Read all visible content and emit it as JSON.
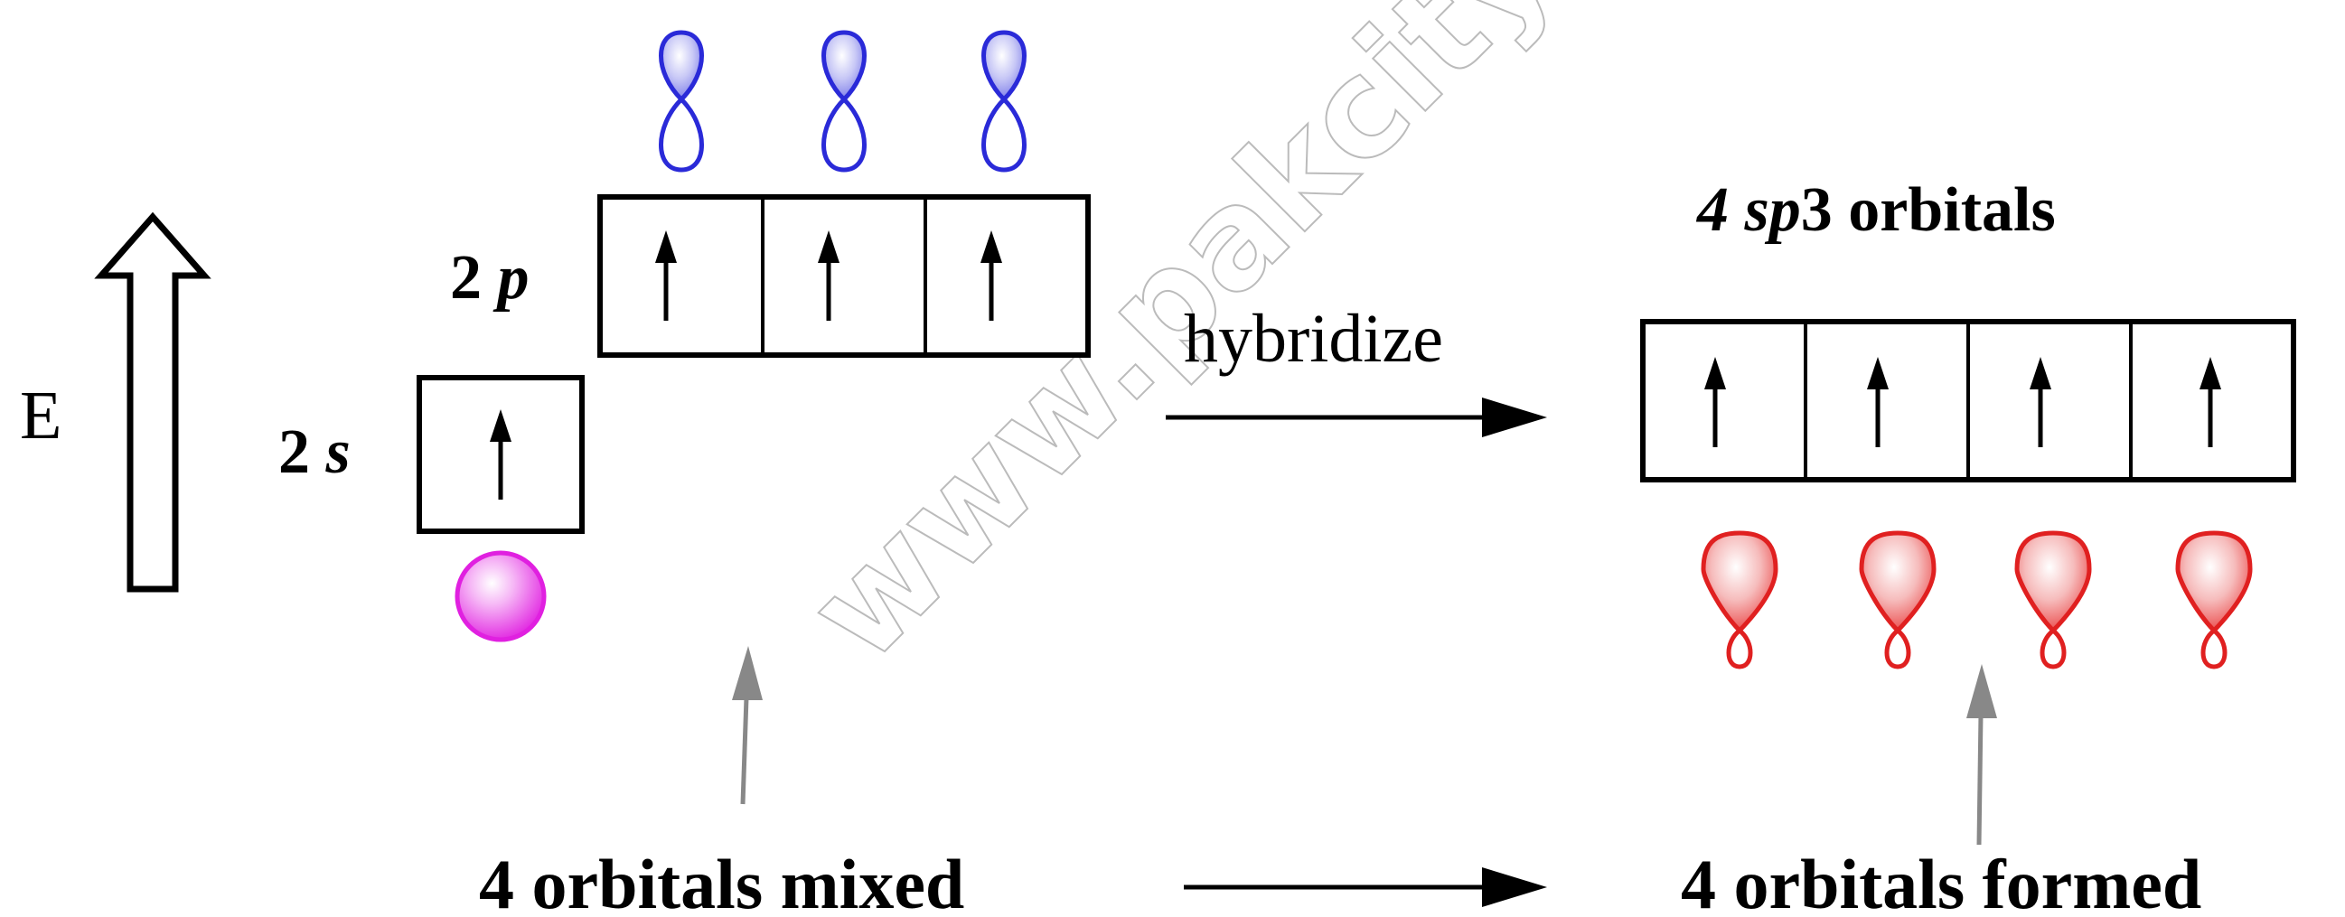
{
  "energy_axis": {
    "label": "E"
  },
  "levels": {
    "s": {
      "number": "2",
      "letter": "s",
      "electrons": 1
    },
    "p": {
      "number": "2",
      "letter": "p",
      "electrons": 3
    }
  },
  "process": {
    "arrow_label": "hybridize"
  },
  "hybrid": {
    "title_count": "4",
    "title_type": "sp",
    "title_num": "3",
    "title_word": "orbitals",
    "electrons": 4
  },
  "captions": {
    "mixed": "4 orbitals mixed",
    "formed": "4 orbitals formed"
  },
  "watermark": "www.pakcity.org",
  "colors": {
    "s_orbital": "#e020e0",
    "p_orbital": "#2a2ad8",
    "sp3_orbital": "#e02020",
    "pointer_arrow": "#888888"
  }
}
